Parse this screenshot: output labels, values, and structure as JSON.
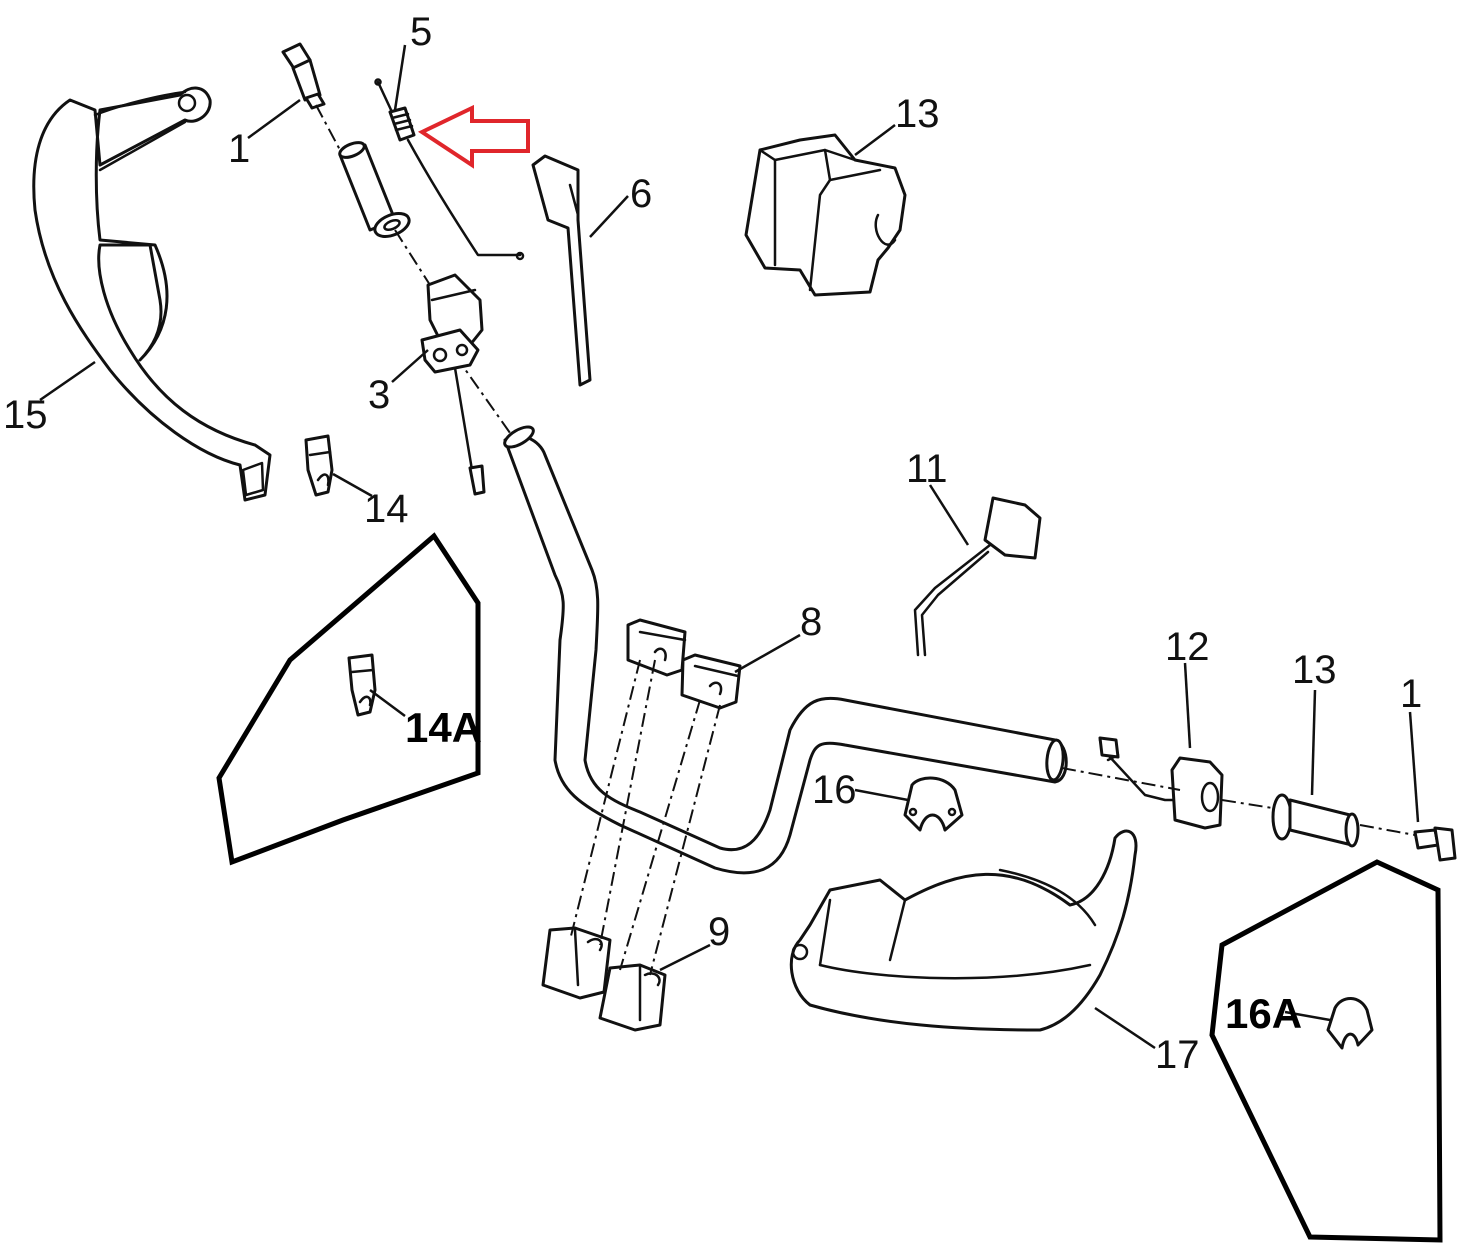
{
  "diagram": {
    "callouts": {
      "c1_top": "1",
      "c5": "5",
      "c13_top": "13",
      "c6": "6",
      "c15": "15",
      "c3": "3",
      "c14": "14",
      "c11": "11",
      "c8": "8",
      "c14A": "14A",
      "c12": "12",
      "c13_right": "13",
      "c1_right": "1",
      "c16": "16",
      "c9": "9",
      "c16A": "16A",
      "c17": "17"
    },
    "highlight_color": "#e0262b"
  }
}
